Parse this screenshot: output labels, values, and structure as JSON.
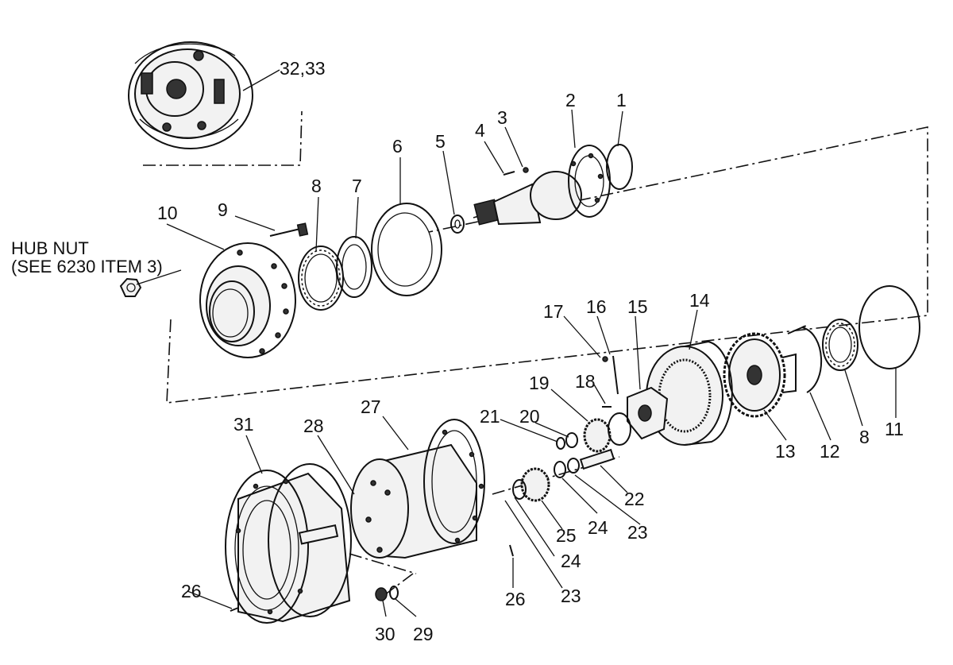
{
  "note": {
    "line1": "HUB NUT",
    "line2": "(SEE 6230 ITEM 3)"
  },
  "callouts": [
    {
      "id": "c1",
      "text": "1"
    },
    {
      "id": "c2",
      "text": "2"
    },
    {
      "id": "c3",
      "text": "3"
    },
    {
      "id": "c4",
      "text": "4"
    },
    {
      "id": "c5",
      "text": "5"
    },
    {
      "id": "c6",
      "text": "6"
    },
    {
      "id": "c7",
      "text": "7"
    },
    {
      "id": "c8a",
      "text": "8"
    },
    {
      "id": "c8b",
      "text": "8"
    },
    {
      "id": "c9",
      "text": "9"
    },
    {
      "id": "c10",
      "text": "10"
    },
    {
      "id": "c11",
      "text": "11"
    },
    {
      "id": "c12",
      "text": "12"
    },
    {
      "id": "c13",
      "text": "13"
    },
    {
      "id": "c14",
      "text": "14"
    },
    {
      "id": "c15",
      "text": "15"
    },
    {
      "id": "c16",
      "text": "16"
    },
    {
      "id": "c17",
      "text": "17"
    },
    {
      "id": "c18",
      "text": "18"
    },
    {
      "id": "c19",
      "text": "19"
    },
    {
      "id": "c20",
      "text": "20"
    },
    {
      "id": "c21",
      "text": "21"
    },
    {
      "id": "c22",
      "text": "22"
    },
    {
      "id": "c23a",
      "text": "23"
    },
    {
      "id": "c23b",
      "text": "23"
    },
    {
      "id": "c24a",
      "text": "24"
    },
    {
      "id": "c24b",
      "text": "24"
    },
    {
      "id": "c25",
      "text": "25"
    },
    {
      "id": "c26a",
      "text": "26"
    },
    {
      "id": "c26b",
      "text": "26"
    },
    {
      "id": "c27",
      "text": "27"
    },
    {
      "id": "c28",
      "text": "28"
    },
    {
      "id": "c29",
      "text": "29"
    },
    {
      "id": "c30",
      "text": "30"
    },
    {
      "id": "c31",
      "text": "31"
    },
    {
      "id": "c3233",
      "text": "32,33"
    }
  ]
}
